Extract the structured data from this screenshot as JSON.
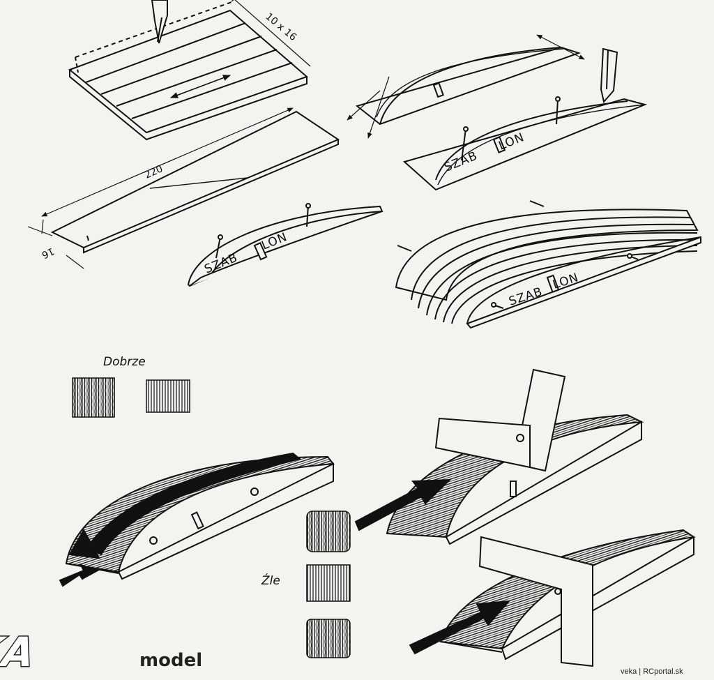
{
  "dimensions": {
    "strip_section": "10 x 16",
    "strip_length": "220",
    "strip_width": "16"
  },
  "template_labels": {
    "step1": [
      "SZAB",
      "LON"
    ],
    "step2": [
      "SZAB",
      "LON"
    ],
    "step3": [
      "SZAB",
      "LON"
    ]
  },
  "quality": {
    "good": "Dobrze",
    "bad": "Źle"
  },
  "branding": {
    "logo": "VEKA",
    "logo_sub": "model",
    "credit": "veka | RCportal.sk"
  },
  "colors": {
    "ink": "#111111",
    "paper": "#f4f3f0"
  }
}
